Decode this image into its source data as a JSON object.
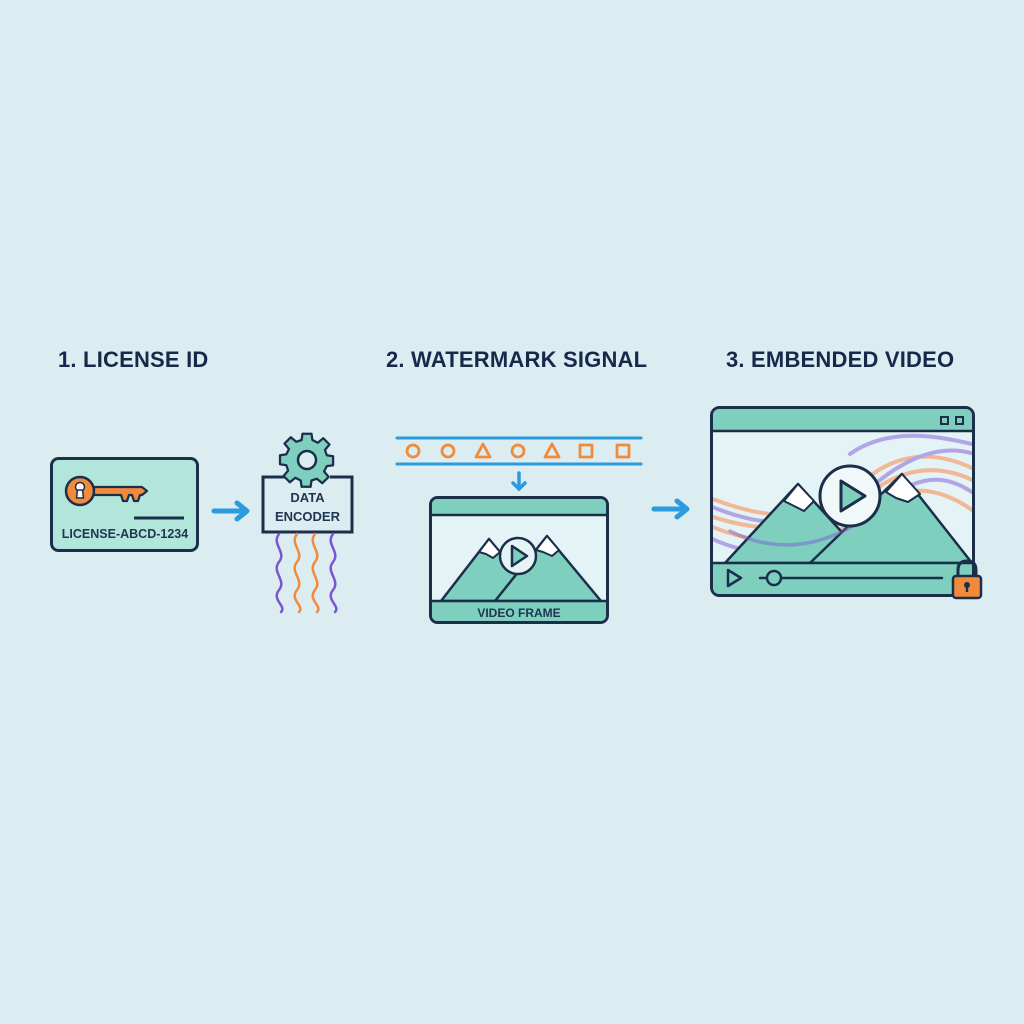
{
  "colors": {
    "background": "#dcedf1",
    "outline": "#1c2f4a",
    "teal": "#7ecfbd",
    "teal_light": "#b3e6da",
    "orange": "#f28a3c",
    "purple": "#7a55d1",
    "blue_arrow": "#2b9be0",
    "screen": "#e4f3f6"
  },
  "steps": [
    {
      "title": "1. LICENSE ID",
      "card": {
        "icon": "key-icon",
        "text": "LICENSE-ABCD-1234"
      }
    },
    {
      "title": "2. WATERMARK SIGNAL",
      "encoder": {
        "icon": "gear-icon",
        "line1": "DATA",
        "line2": "ENCODER"
      },
      "signal_symbols": [
        "circle",
        "circle",
        "triangle",
        "circle",
        "triangle",
        "square",
        "square"
      ],
      "frame": {
        "icon": "play-icon",
        "label": "VIDEO FRAME"
      }
    },
    {
      "title": "3. EMBENDED VIDEO",
      "player": {
        "icons": [
          "play-icon",
          "lock-icon",
          "window-buttons-icon"
        ]
      }
    }
  ],
  "arrows": [
    "arrow-right",
    "arrow-down",
    "arrow-right"
  ]
}
